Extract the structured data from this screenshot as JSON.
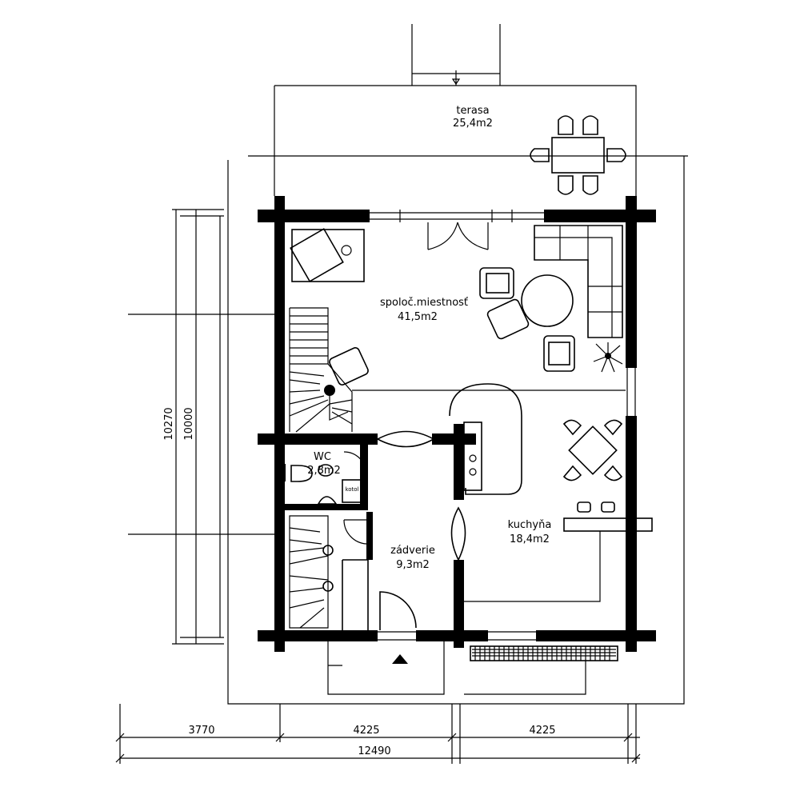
{
  "rooms": [
    {
      "name": "terasa",
      "area": "25,4m2"
    },
    {
      "name": "spoloč.miestnosť",
      "area": "41,5m2"
    },
    {
      "name": "WC",
      "area": "2,8m2"
    },
    {
      "name": "zádverie",
      "area": "9,3m2"
    },
    {
      "name": "kuchyňa",
      "area": "18,4m2"
    }
  ],
  "fixtures": {
    "boiler_label": "kotol"
  },
  "dimensions": {
    "bottom_segments": [
      "3770",
      "4225",
      "4225"
    ],
    "bottom_total": "12490",
    "left_outer": "10270",
    "left_inner": "10000"
  }
}
